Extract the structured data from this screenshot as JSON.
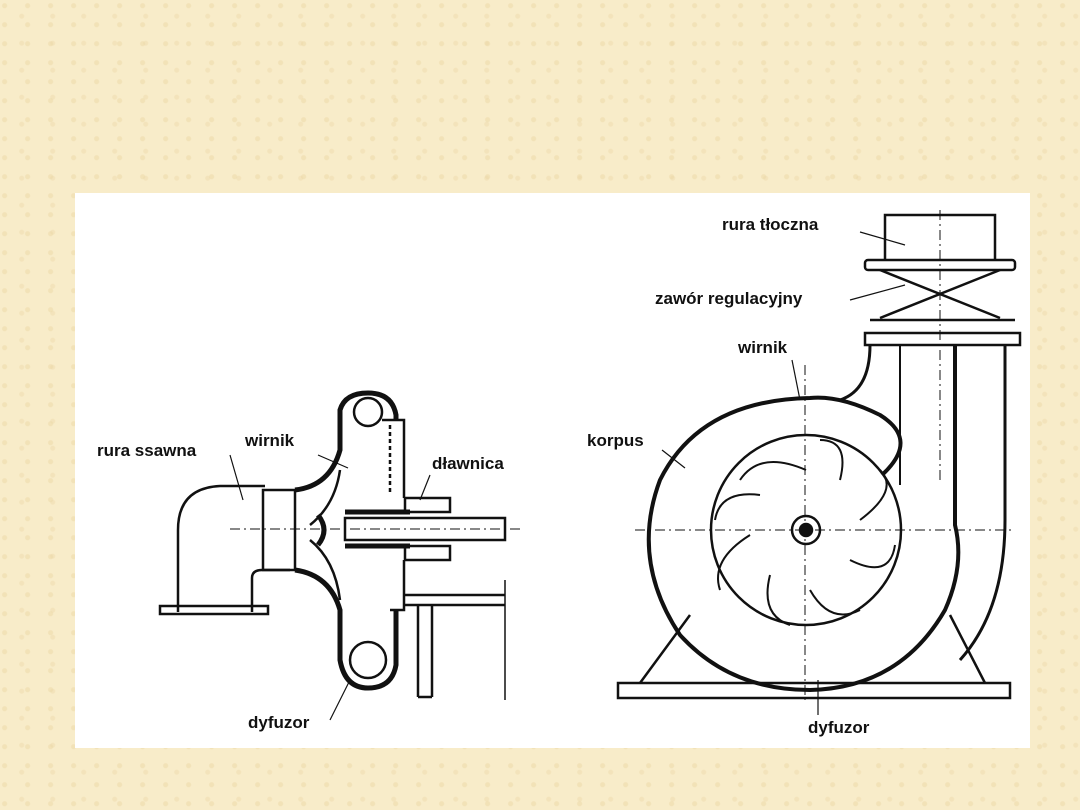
{
  "left_diagram": {
    "labels": {
      "suction_pipe": "rura ssawna",
      "impeller": "wirnik",
      "gland": "dławnica",
      "diffuser": "dyfuzor"
    }
  },
  "right_diagram": {
    "labels": {
      "discharge_pipe": "rura tłoczna",
      "control_valve": "zawór regulacyjny",
      "impeller": "wirnik",
      "casing": "korpus",
      "diffuser": "dyfuzor"
    }
  }
}
